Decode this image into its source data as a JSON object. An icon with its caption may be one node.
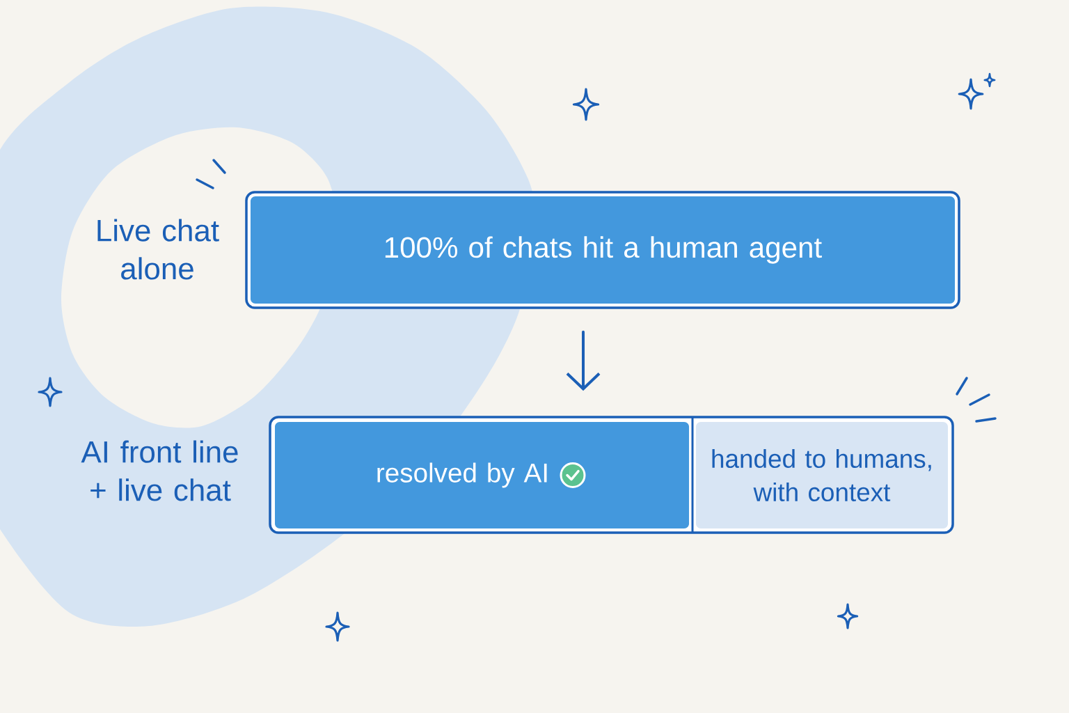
{
  "diagram": {
    "nodes": [
      {
        "text": [
          "100% of chats hit a human agent"
        ],
        "beside": [
          "Live chat alone"
        ]
      },
      {
        "text": [],
        "shape": "bar",
        "beside": [
          "AI front line + live chat"
        ]
      },
      {
        "text": [
          "resolved by AI"
        ],
        "in": 1
      },
      {
        "text": [
          "handed to humans, with context"
        ],
        "in": 1
      }
    ],
    "edges": [
      {
        "from": 0,
        "to": 1,
        "arrow": "to"
      }
    ]
  }
}
